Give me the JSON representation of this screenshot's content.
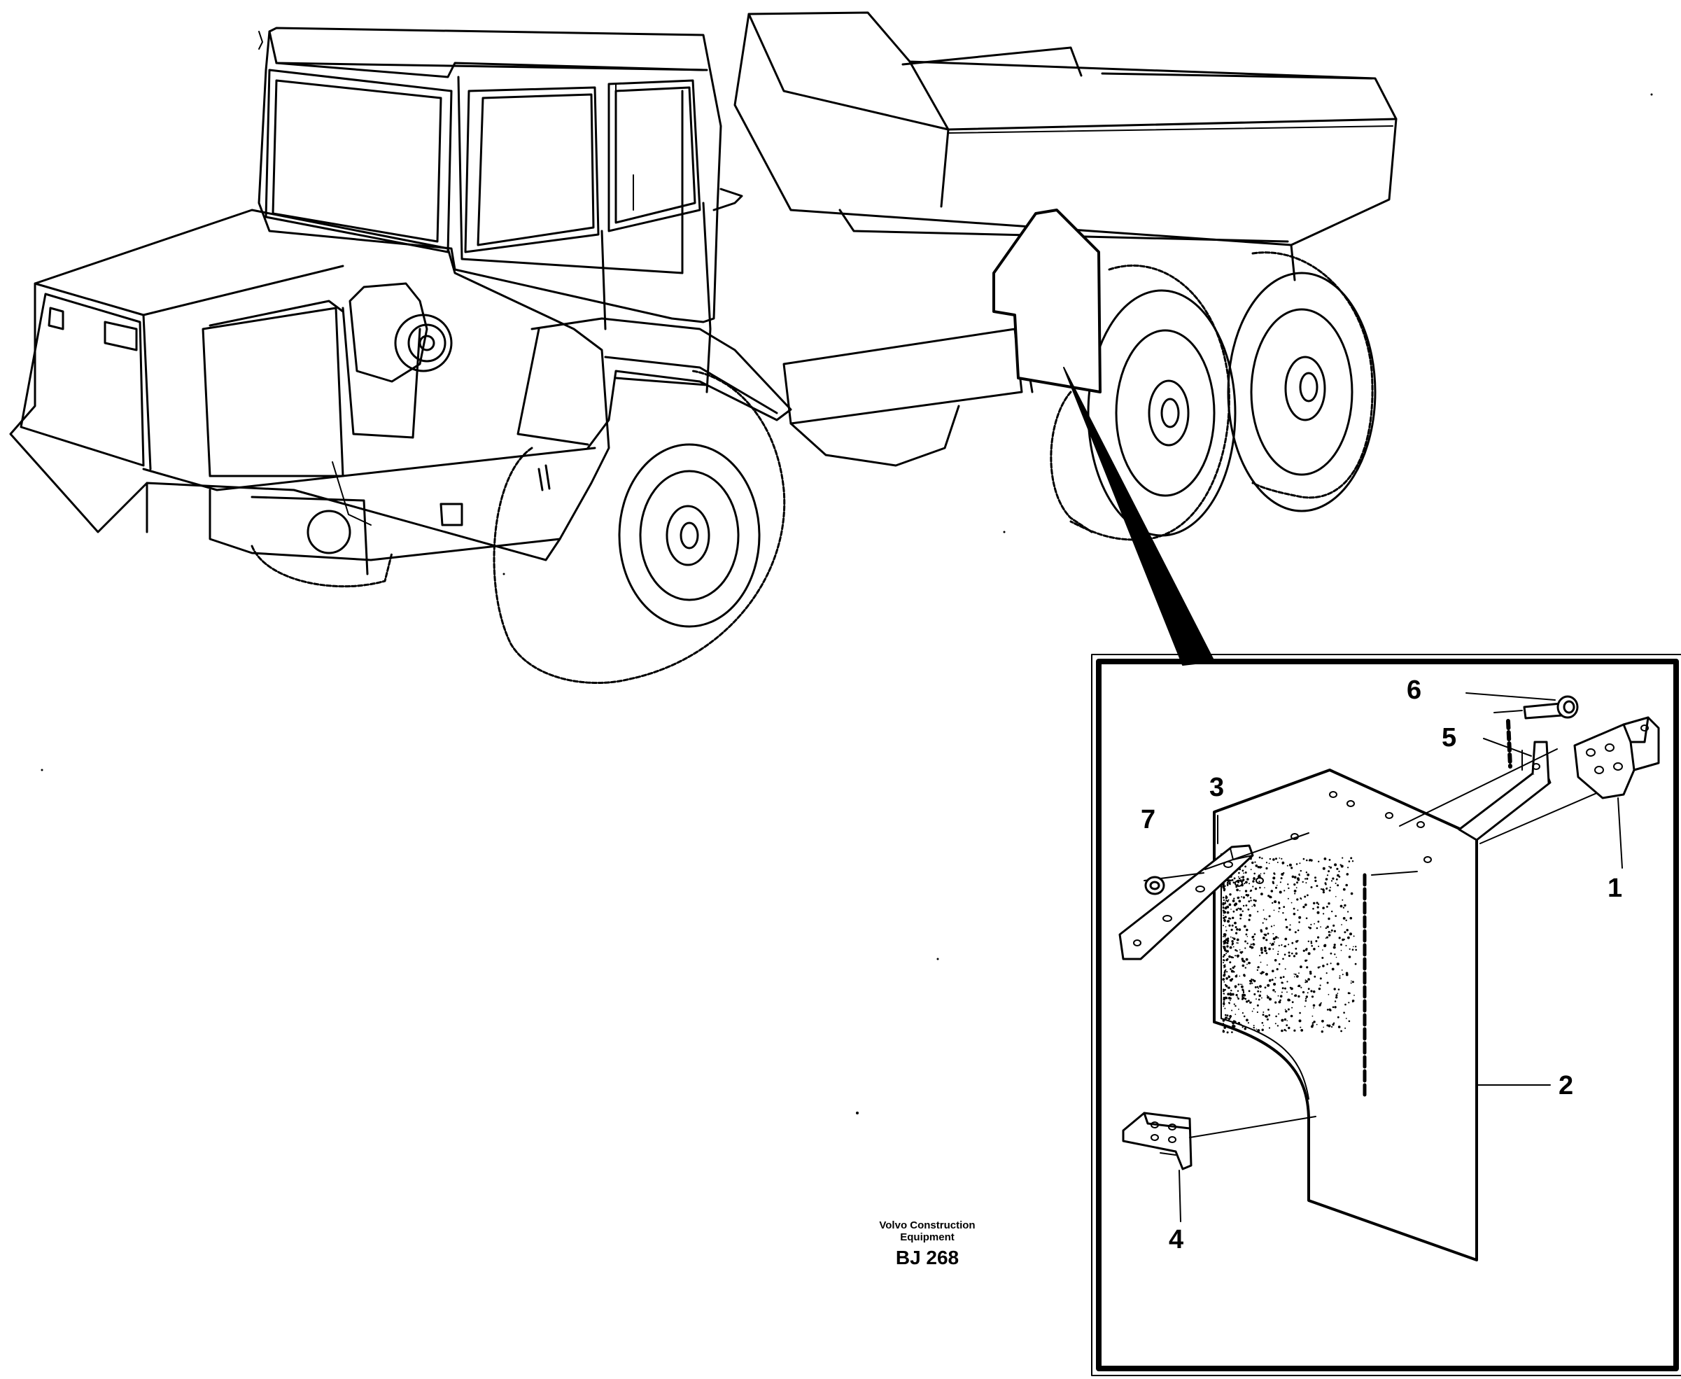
{
  "callouts": {
    "c1": "1",
    "c2": "2",
    "c3": "3",
    "c4": "4",
    "c5": "5",
    "c6": "6",
    "c7": "7"
  },
  "caption": {
    "line1": "Volvo Construction",
    "line2": "Equipment",
    "code": "BJ 268"
  },
  "colors": {
    "ink": "#000000",
    "paper": "#ffffff"
  }
}
